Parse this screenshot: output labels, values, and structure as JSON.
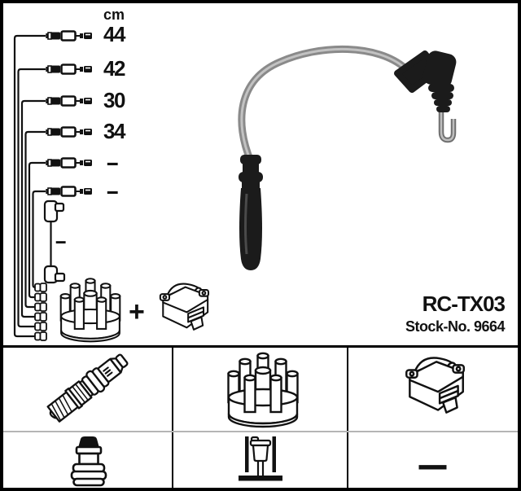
{
  "colors": {
    "ink": "#111111",
    "cable_gray": "#8a8a8a",
    "boot_black": "#1b1b1b",
    "background": "#ffffff"
  },
  "header": {
    "unit": "cm"
  },
  "cable_list": {
    "rows": [
      {
        "length": "44"
      },
      {
        "length": "42"
      },
      {
        "length": "30"
      },
      {
        "length": "34"
      },
      {
        "length": "–"
      },
      {
        "length": "–"
      }
    ],
    "coil_cable_length": "–"
  },
  "kit": {
    "plus": "+"
  },
  "product": {
    "model": "RC-TX03",
    "stock": "Stock-No. 9664"
  },
  "legend_grid": {
    "coupler_dash": "—"
  }
}
